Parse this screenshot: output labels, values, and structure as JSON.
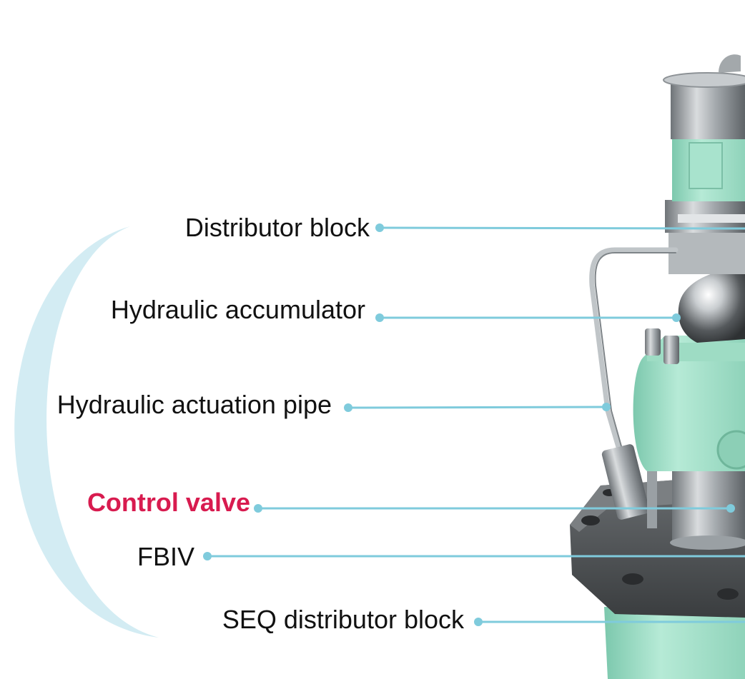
{
  "colors": {
    "arc": "#d3ecf3",
    "leader": "#7fcbdc",
    "label_text": "#111111",
    "highlight_text": "#d81b4f",
    "machine_green": "#9edcc4",
    "machine_metal": "#8a8f93",
    "base_gray": "#4f5356"
  },
  "labels": [
    {
      "id": "distributor-block",
      "text": "Distributor block",
      "highlight": false
    },
    {
      "id": "hydraulic-accumulator",
      "text": "Hydraulic accumulator",
      "highlight": false
    },
    {
      "id": "hydraulic-actuation-pipe",
      "text": "Hydraulic actuation pipe",
      "highlight": false
    },
    {
      "id": "control-valve",
      "text": "Control valve",
      "highlight": true
    },
    {
      "id": "fbiv",
      "text": "FBIV",
      "highlight": false
    },
    {
      "id": "seq-distributor-block",
      "text": "SEQ distributor block",
      "highlight": false
    }
  ]
}
